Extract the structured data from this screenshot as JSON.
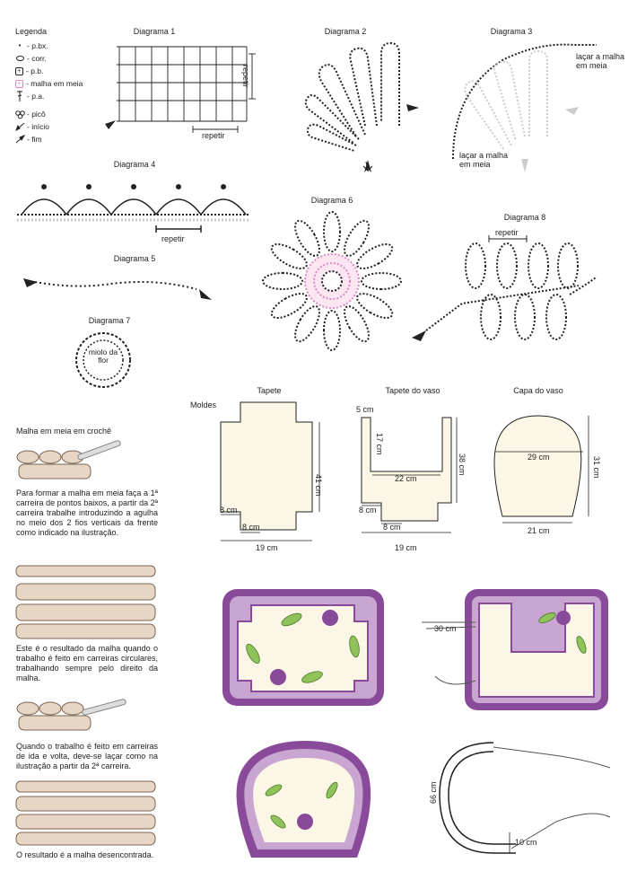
{
  "legend": {
    "title": "Legenda",
    "items": [
      {
        "icon": "slip-stitch-icon",
        "label": "- p.bx."
      },
      {
        "icon": "chain-stitch-icon",
        "label": "- corr."
      },
      {
        "icon": "single-crochet-icon",
        "label": "- p.b."
      },
      {
        "icon": "half-stitch-icon",
        "label": "- malha em meia"
      },
      {
        "icon": "double-crochet-icon",
        "label": "- p.a."
      },
      {
        "icon": "picot-icon",
        "label": "- picô"
      },
      {
        "icon": "start-arrow-icon",
        "label": "- início"
      },
      {
        "icon": "end-arrow-icon",
        "label": "- fim"
      }
    ]
  },
  "diagrams": {
    "d1": {
      "title": "Diagrama 1",
      "repeat_v": "repetir",
      "repeat_h": "repetir"
    },
    "d2": {
      "title": "Diagrama 2"
    },
    "d3": {
      "title": "Diagrama 3",
      "note_top": "laçar a malha em meia",
      "note_bottom": "laçar a malha em meia"
    },
    "d4": {
      "title": "Diagrama 4",
      "repeat": "repetir"
    },
    "d5": {
      "title": "Diagrama 5"
    },
    "d6": {
      "title": "Diagrama 6"
    },
    "d7": {
      "title": "Diagrama 7",
      "center": "miolo da flor"
    },
    "d8": {
      "title": "Diagrama 8",
      "repeat": "repetir"
    }
  },
  "patterns": {
    "title": "Moldes",
    "tapete": {
      "title": "Tapete",
      "h": "41 cm",
      "w1": "8 cm",
      "w2": "8 cm",
      "w": "19 cm"
    },
    "tapete_vaso": {
      "title": "Tapete do vaso",
      "top": "5 cm",
      "notch": "17 cm",
      "inner": "22 cm",
      "h": "38 cm",
      "w1": "8 cm",
      "w2": "8 cm",
      "w": "19 cm"
    },
    "capa": {
      "title": "Capa do vaso",
      "top": "29 cm",
      "h": "31 cm",
      "bottom": "21 cm"
    }
  },
  "tutorial": {
    "title": "Malha em meia em crochê",
    "p1": "Para formar a malha em meia faça a 1ª carreira de pontos baixos, a partir da 2ª carreira trabalhe introduzindo a agulha no meio dos 2 fios verticais da frente como indicado na ilustração.",
    "p2": "Este é o resultado da malha quando o trabalho é feito em carreiras circulares, trabalhando sempre pelo direito da malha.",
    "p3": "Quando o trabalho é feito em carreiras de ida e volta, deve-se laçar como na ilustração a partir da 2ª carreira.",
    "p4": "O resultado é a malha desencontrada."
  },
  "assembly": {
    "cord_length": "30 cm",
    "tie_length": "66 cm",
    "tie_gap": "10 cm"
  },
  "colors": {
    "purple": "#8a4a9a",
    "lavender": "#c9a6d1",
    "cream": "#fcf6e6",
    "leaf": "#8fc35a",
    "pink": "#e08ac0",
    "tan": "#e8d6c4"
  }
}
